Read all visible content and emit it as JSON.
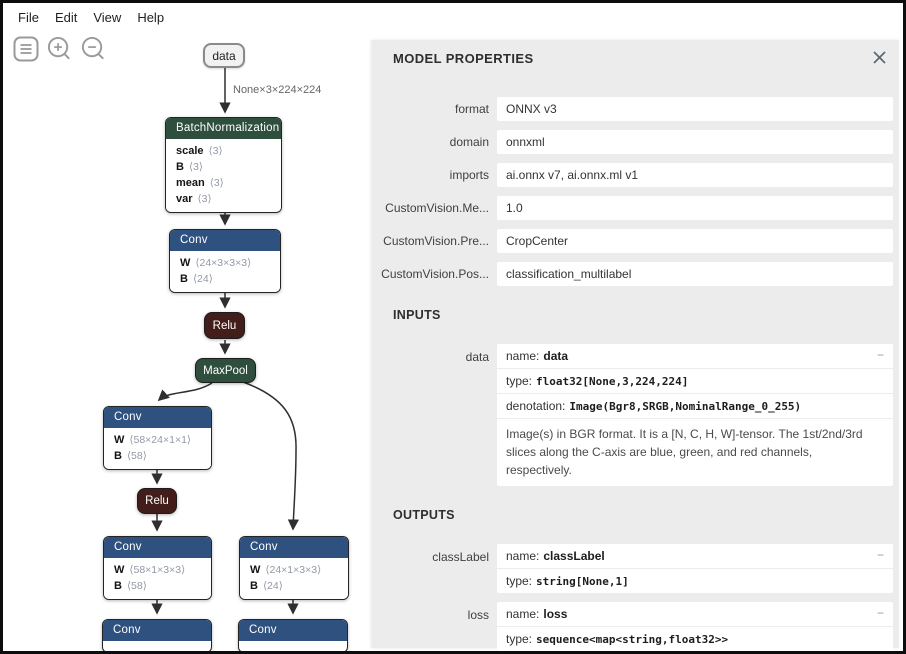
{
  "menu": {
    "items": [
      "File",
      "Edit",
      "View",
      "Help"
    ]
  },
  "toolbar": {
    "icons": [
      "menu-icon",
      "zoom-in-icon",
      "zoom-out-icon"
    ]
  },
  "colors": {
    "layer_blue": "#2e5180",
    "norm_pool_green": "#2f4f3e",
    "activation_maroon": "#421d19",
    "panel_bg": "#ececec",
    "edge": "#2f2f2f"
  },
  "graph": {
    "edge_label": "None×3×224×224",
    "nodes": [
      {
        "label": "data"
      },
      {
        "label": "BatchNormalization",
        "params": [
          {
            "name": "scale",
            "dims": "⟨3⟩"
          },
          {
            "name": "B",
            "dims": "⟨3⟩"
          },
          {
            "name": "mean",
            "dims": "⟨3⟩"
          },
          {
            "name": "var",
            "dims": "⟨3⟩"
          }
        ]
      },
      {
        "label": "Conv",
        "params": [
          {
            "name": "W",
            "dims": "⟨24×3×3×3⟩"
          },
          {
            "name": "B",
            "dims": "⟨24⟩"
          }
        ]
      },
      {
        "label": "Relu"
      },
      {
        "label": "MaxPool"
      },
      {
        "label": "Conv",
        "params": [
          {
            "name": "W",
            "dims": "⟨58×24×1×1⟩"
          },
          {
            "name": "B",
            "dims": "⟨58⟩"
          }
        ]
      },
      {
        "label": "Relu"
      },
      {
        "label": "Conv",
        "params": [
          {
            "name": "W",
            "dims": "⟨58×1×3×3⟩"
          },
          {
            "name": "B",
            "dims": "⟨58⟩"
          }
        ]
      },
      {
        "label": "Conv",
        "params": [
          {
            "name": "W",
            "dims": "⟨24×1×3×3⟩"
          },
          {
            "name": "B",
            "dims": "⟨24⟩"
          }
        ]
      },
      {
        "label": "Conv"
      },
      {
        "label": "Conv"
      }
    ]
  },
  "panel": {
    "title": "MODEL PROPERTIES",
    "close_icon": "close-icon",
    "properties": [
      {
        "label": "format",
        "value": "ONNX v3"
      },
      {
        "label": "domain",
        "value": "onnxml"
      },
      {
        "label": "imports",
        "value": "ai.onnx v7, ai.onnx.ml v1"
      },
      {
        "label": "CustomVision.Me...",
        "value": "1.0"
      },
      {
        "label": "CustomVision.Pre...",
        "value": "CropCenter"
      },
      {
        "label": "CustomVision.Pos...",
        "value": "classification_multilabel"
      }
    ],
    "inputs": {
      "title": "INPUTS",
      "items": [
        {
          "label": "data",
          "expander": "−",
          "rows": [
            {
              "key": "name:",
              "value": "data"
            },
            {
              "key": "type:",
              "value": "float32[None,3,224,224]"
            },
            {
              "key": "denotation:",
              "value": "Image(Bgr8,SRGB,NominalRange_0_255)"
            }
          ],
          "description": "Image(s) in BGR format. It is a [N, C, H, W]-tensor. The 1st/2nd/3rd slices along the C-axis are blue, green, and red channels, respectively."
        }
      ]
    },
    "outputs": {
      "title": "OUTPUTS",
      "items": [
        {
          "label": "classLabel",
          "expander": "−",
          "rows": [
            {
              "key": "name:",
              "value": "classLabel"
            },
            {
              "key": "type:",
              "value": "string[None,1]"
            }
          ]
        },
        {
          "label": "loss",
          "expander": "−",
          "rows": [
            {
              "key": "name:",
              "value": "loss"
            },
            {
              "key": "type:",
              "value": "sequence<map<string,float32>>"
            }
          ]
        }
      ]
    }
  }
}
